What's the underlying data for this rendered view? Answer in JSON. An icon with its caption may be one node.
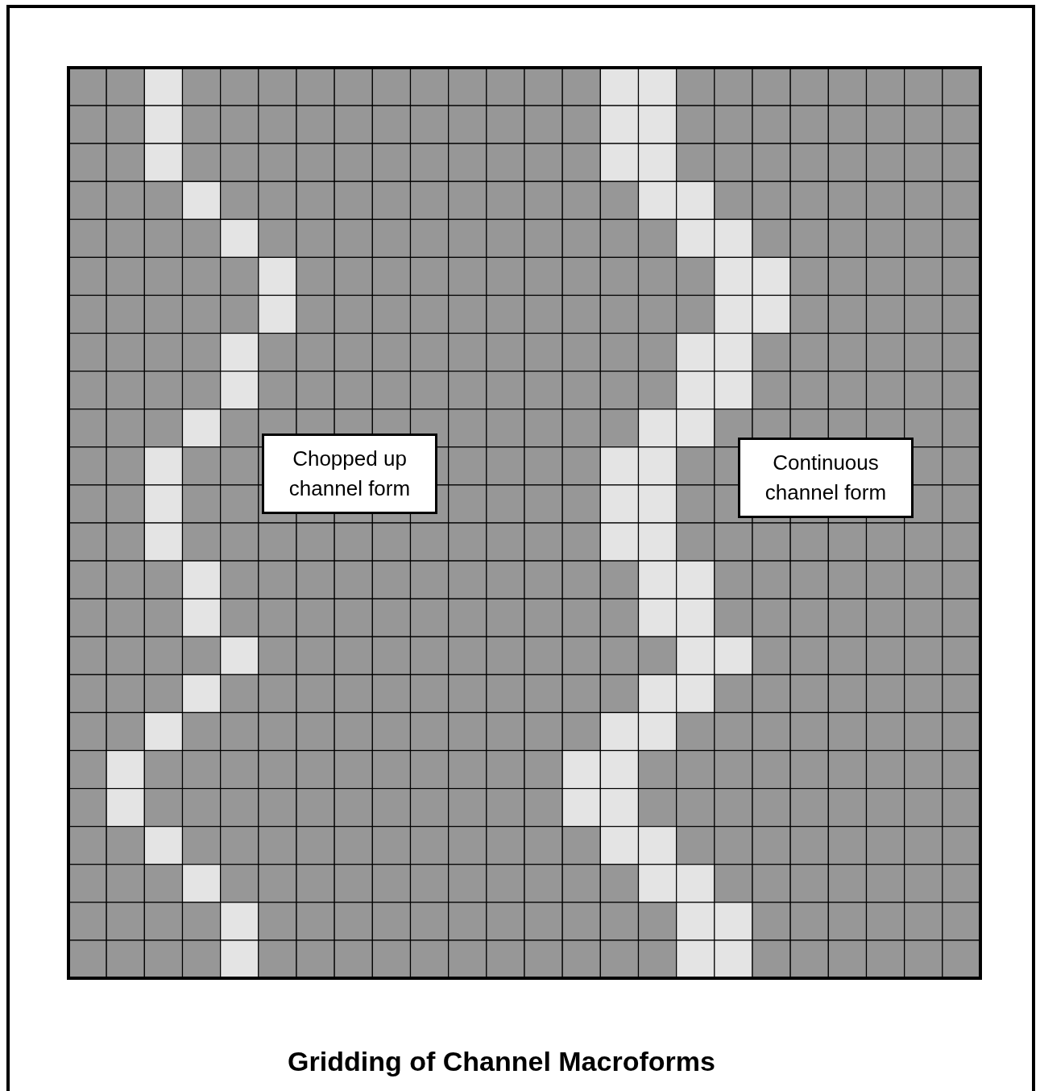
{
  "diagram": {
    "caption": "Gridding of Channel Macroforms",
    "nodes": [
      {
        "text": [
          "Chopped up channel form"
        ]
      },
      {
        "text": [
          "Continuous channel form"
        ]
      }
    ]
  }
}
